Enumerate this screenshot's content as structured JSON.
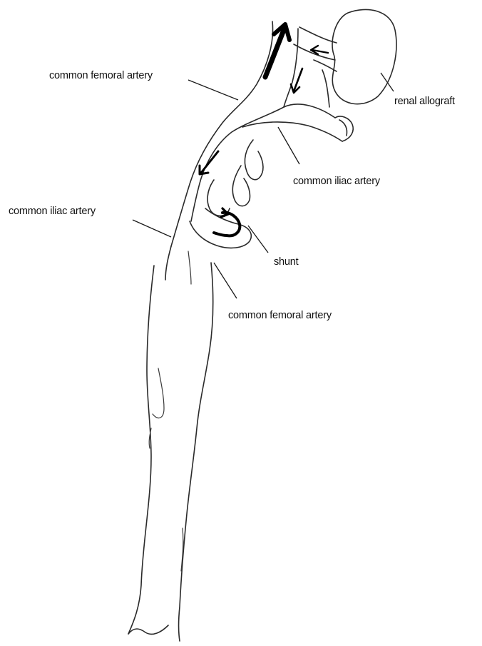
{
  "labels": {
    "femoral_top": "common femoral artery",
    "renal_allograft": "renal allograft",
    "iliac_right": "common iliac artery",
    "iliac_left": "common iliac artery",
    "shunt": "shunt",
    "femoral_bottom": "common femoral artery"
  },
  "colors": {
    "line": "#2a2a2a",
    "arrow": "#000000",
    "background": "#ffffff"
  }
}
